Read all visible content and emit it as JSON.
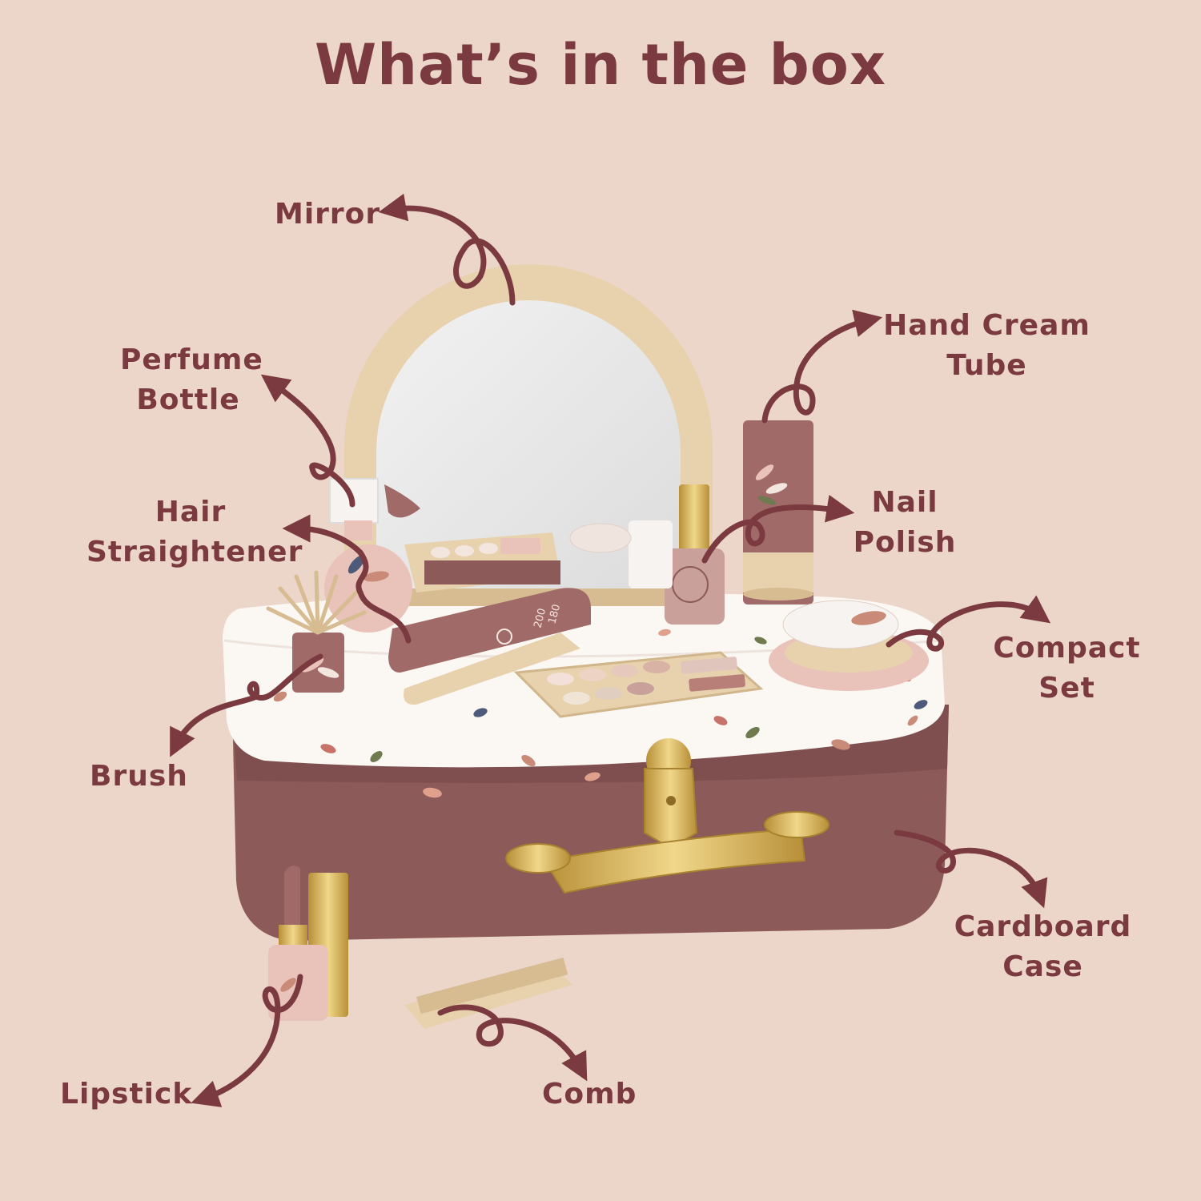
{
  "title": "What’s in the box",
  "colors": {
    "background": "#ecd5c9",
    "label": "#7a3a3f",
    "case_body": "#8d5a5a",
    "case_lid": "#fbf8f4",
    "wood": "#e8d2ae",
    "gold": "#d6b35a",
    "mauve": "#a06a68",
    "blush": "#e9c2ba"
  },
  "labels": {
    "mirror": [
      "Mirror"
    ],
    "perfume": [
      "Perfume",
      "Bottle"
    ],
    "hair": [
      "Hair",
      "Straightener"
    ],
    "brush": [
      "Brush"
    ],
    "lipstick": [
      "Lipstick"
    ],
    "comb": [
      "Comb"
    ],
    "hand_cream": [
      "Hand Cream",
      "Tube"
    ],
    "nail_polish": [
      "Nail",
      "Polish"
    ],
    "compact": [
      "Compact",
      "Set"
    ],
    "case": [
      "Cardboard",
      "Case"
    ]
  },
  "straightener_text": [
    "200",
    "180"
  ]
}
